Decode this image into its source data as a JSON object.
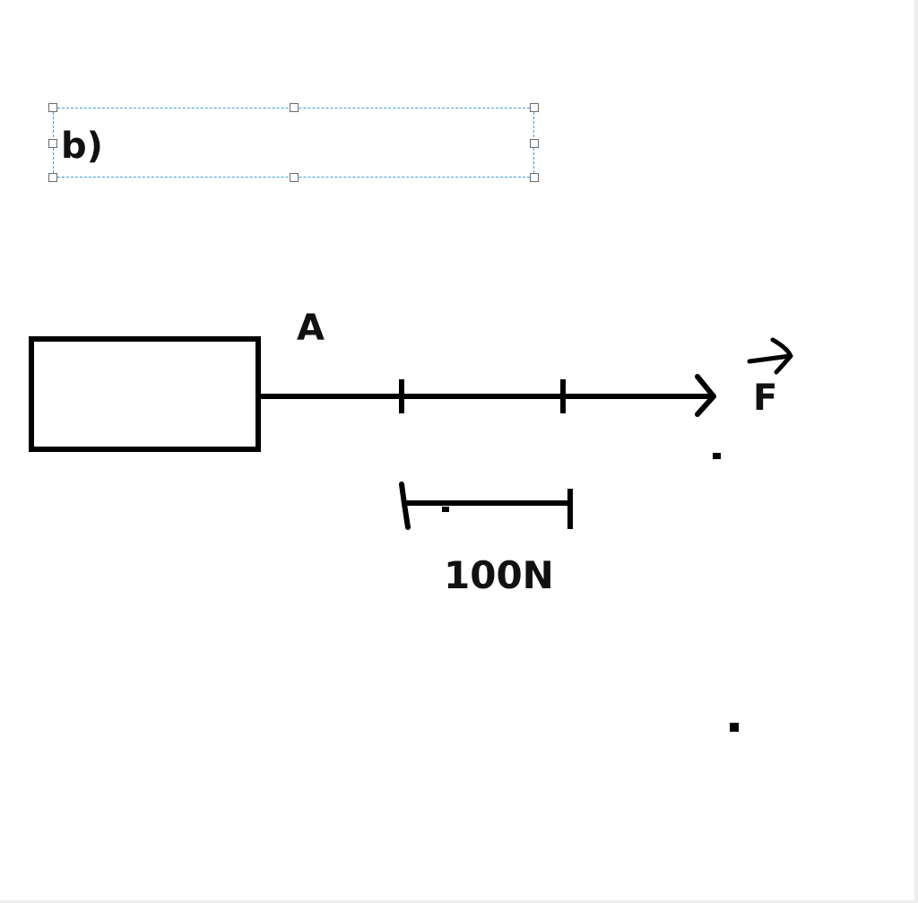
{
  "textbox": {
    "text": "b)",
    "border_color": "#3b9de8",
    "selected": true
  },
  "diagram": {
    "point_label": "A",
    "force_label": "F",
    "scale_label": "100N",
    "stroke_color": "#000000"
  }
}
